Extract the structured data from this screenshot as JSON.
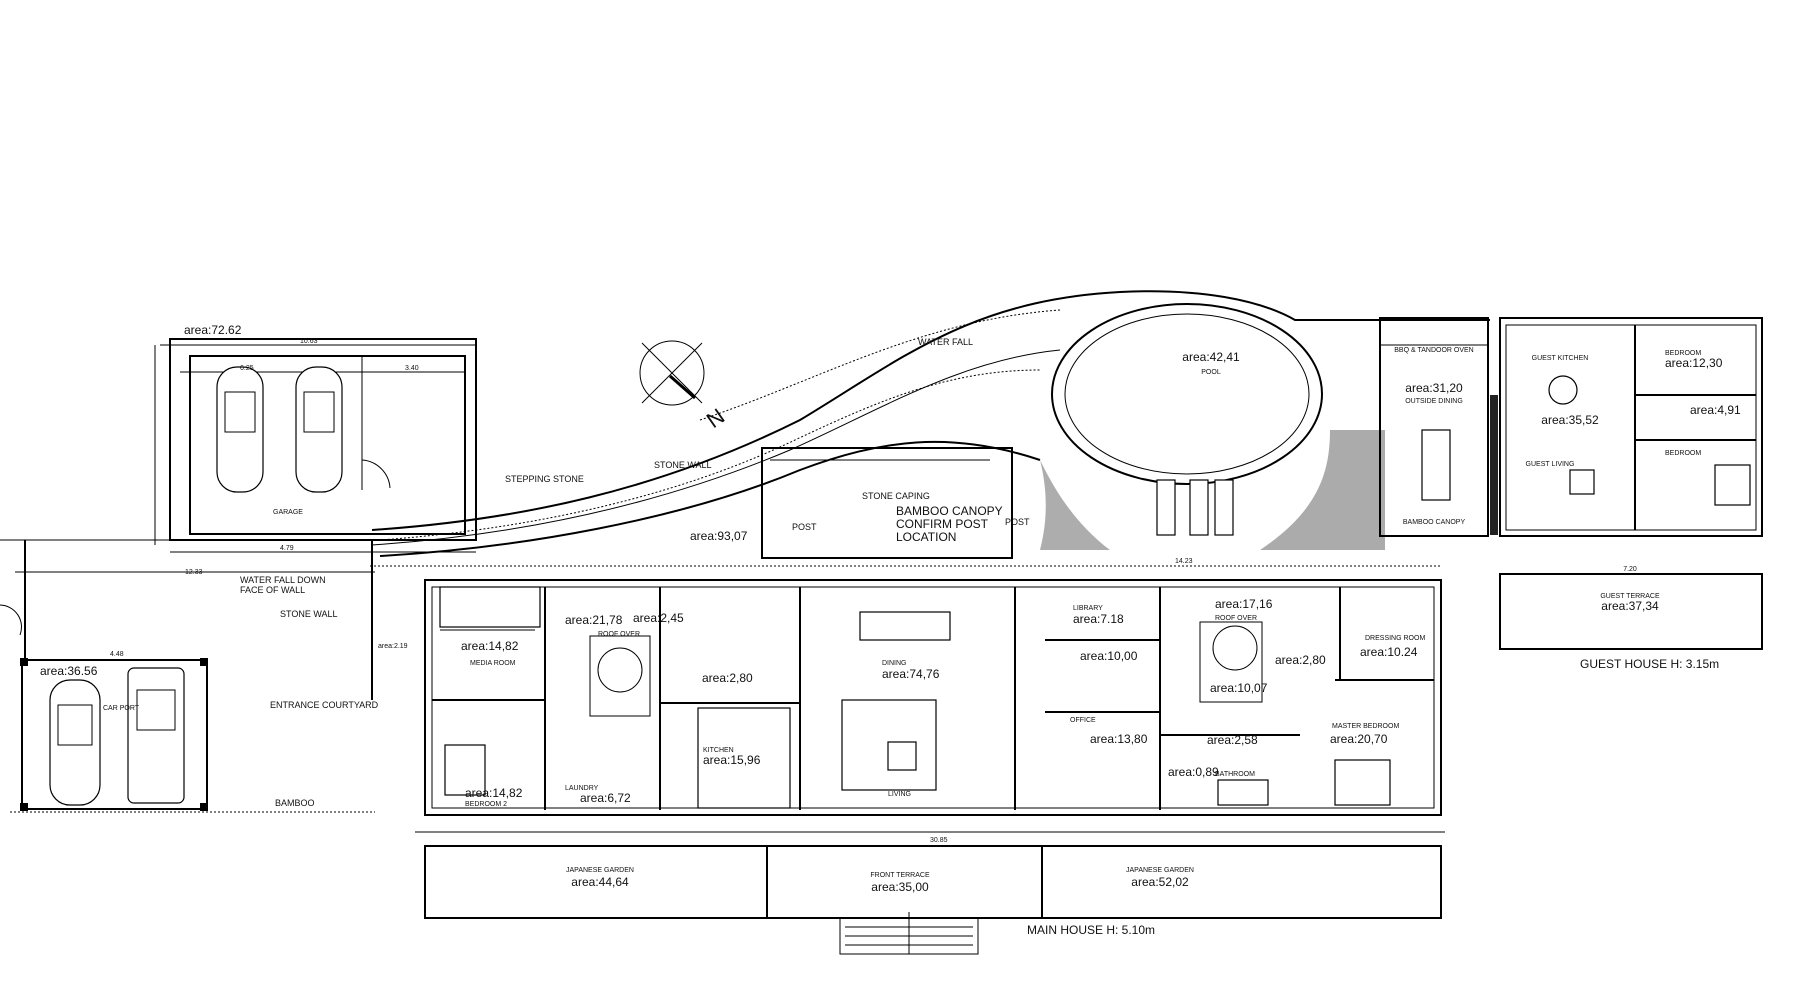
{
  "title": "MAIN HOUSE H: 5.10m",
  "north_label": "N",
  "garage": {
    "area": "area:72.62",
    "name": "GARAGE",
    "dim_top": "10.63",
    "dim_inner_left": "6.25",
    "dim_inner_right": "3.40",
    "dim_bottom": "4.79"
  },
  "carport": {
    "area": "area:36.56",
    "name": "CAR PORT",
    "dim_top": "4.48"
  },
  "courtyard": {
    "name": "ENTRANCE COURTYARD",
    "dim": "12.33"
  },
  "annotations": {
    "waterfall_down": "WATER FALL DOWN",
    "face_of_wall": "FACE OF WALL",
    "stone_wall_left": "STONE WALL",
    "bamboo": "BAMBOO",
    "stepping_stone": "STEPPING STONE",
    "stone_wall": "STONE WALL",
    "waterfall": "WATER FALL",
    "stone_caping": "STONE CAPING",
    "post_1": "POST",
    "post_2": "POST",
    "canopy_1": "BAMBOO  CANOPY",
    "canopy_2": "CONFIRM  POST",
    "canopy_3": "LOCATION",
    "canopy_area": "area:93,07"
  },
  "pool": {
    "area": "area:42,41",
    "name": "POOL"
  },
  "outside_dining": {
    "area": "area:31,20",
    "name": "OUTSIDE DINING",
    "oven": "BBQ & TANDOOR OVEN",
    "canopy": "BAMBOO CANOPY"
  },
  "closet": {
    "area": "area:2.19"
  },
  "main_rooms": [
    {
      "name": "MEDIA ROOM",
      "area": "area:14,82"
    },
    {
      "name": "ROOF OVER",
      "area": "area:21,78"
    },
    {
      "name": "",
      "area": "area:2,45"
    },
    {
      "name": "",
      "area": "area:2,80"
    },
    {
      "name": "KITCHEN",
      "area": "area:15,96"
    },
    {
      "name": "BEDROOM 2",
      "area": "area:14,82"
    },
    {
      "name": "LAUNDRY",
      "area": "area:6,72"
    },
    {
      "name": "DINING",
      "area": "area:74,76"
    },
    {
      "name": "LIVING",
      "area": ""
    },
    {
      "name": "LIBRARY",
      "area": "area:7.18"
    },
    {
      "name": "",
      "area": "area:10,00"
    },
    {
      "name": "OFFICE",
      "area": "area:13,80"
    },
    {
      "name": "ROOF OVER",
      "area": "area:17,16"
    },
    {
      "name": "",
      "area": "area:10,07"
    },
    {
      "name": "",
      "area": "area:2,80"
    },
    {
      "name": "",
      "area": "area:2,58"
    },
    {
      "name": "BATHROOM",
      "area": "area:0,89"
    },
    {
      "name": "DRESSING ROOM",
      "area": "area:10.24"
    },
    {
      "name": "MASTER BEDROOM",
      "area": "area:20,70"
    }
  ],
  "gardens": [
    {
      "name": "JAPANESE GARDEN",
      "area": "area:44,64"
    },
    {
      "name": "FRONT TERRACE",
      "area": "area:35,00"
    },
    {
      "name": "JAPANESE GARDEN",
      "area": "area:52,02"
    }
  ],
  "guest": {
    "kitchen": "GUEST KITCHEN",
    "kitchen_area": "area:35,52",
    "living": "GUEST LIVING",
    "bedroom": "BEDROOM",
    "bedroom_area": "area:12,30",
    "bath_area": "area:4,91",
    "bedroom2": "BEDROOM",
    "terrace": "GUEST TERRACE",
    "terrace_area": "area:37,34",
    "height": "GUEST HOUSE H: 3.15m"
  },
  "dims": {
    "main_total": "30.85",
    "guest_total": "7.20",
    "pool_dim": "14.23"
  }
}
